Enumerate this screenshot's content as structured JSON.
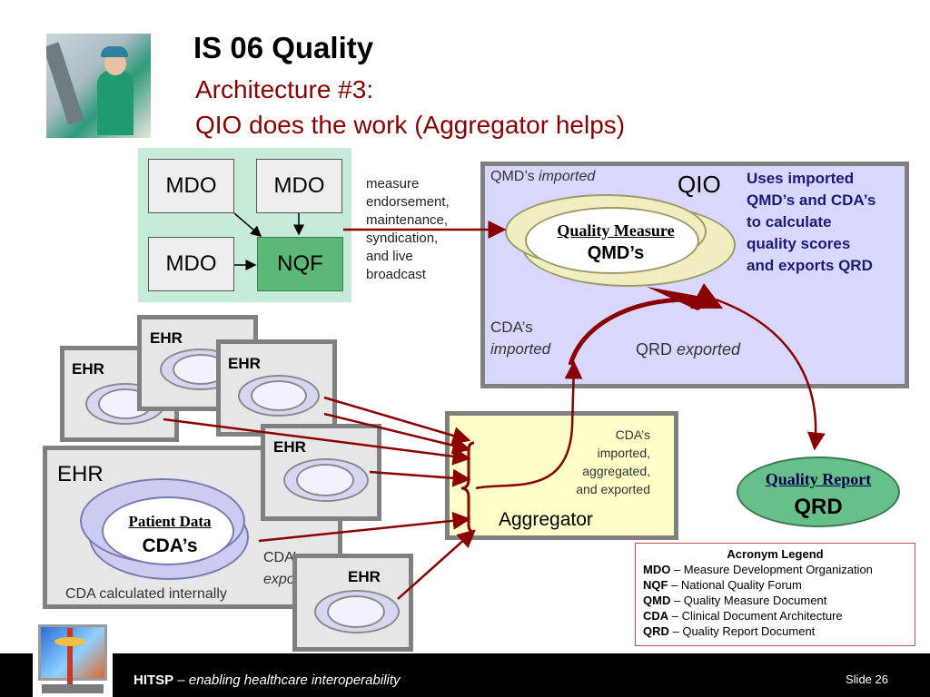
{
  "title": "IS 06 Quality",
  "subtitle_line1": "Architecture #3:",
  "subtitle_line2": "QIO does the work (Aggregator helps)",
  "nqf_group": {
    "mdo1": "MDO",
    "mdo2": "MDO",
    "mdo3": "MDO",
    "nqf": "NQF",
    "note": [
      "measure",
      "endorsement,",
      "maintenance,",
      "syndication,",
      "and live",
      "broadcast"
    ]
  },
  "qio": {
    "label": "QIO",
    "qmd_prefix": "QMD’s",
    "qmd_italic": "imported",
    "cda_line1": "CDA’s",
    "cda_line2": "imported",
    "qrd_prefix": "QRD",
    "qrd_italic": "exported",
    "measure_title": "Quality Measure",
    "measure_sub": "QMD’s",
    "note": [
      "Uses imported",
      "QMD’s and CDA’s",
      "to calculate",
      "quality scores",
      "and exports QRD"
    ]
  },
  "ehr_small": {
    "ehr1": "EHR",
    "ehr2": "EHR",
    "ehr3": "EHR",
    "ehr4": "EHR",
    "ehr5": "EHR"
  },
  "ehr_big": {
    "label": "EHR",
    "patient_title": "Patient Data",
    "patient_sub": "CDA’s",
    "internal": "CDA calculated internally",
    "exported_line1": "CDA’s",
    "exported_line2": "exported"
  },
  "aggregator": {
    "label": "Aggregator",
    "note": [
      "CDA’s",
      "imported,",
      "aggregated,",
      "and exported"
    ]
  },
  "quality_report": {
    "title": "Quality Report",
    "sub": "QRD"
  },
  "legend": {
    "heading": "Acronym Legend",
    "items": [
      {
        "term": "MDO",
        "desc": " – Measure Development Organization"
      },
      {
        "term": "NQF",
        "desc": "  – National Quality Forum"
      },
      {
        "term": "QMD",
        "desc": " – Quality Measure Document"
      },
      {
        "term": "CDA",
        "desc": " – Clinical Document Architecture"
      },
      {
        "term": "QRD",
        "desc": " – Quality Report Document"
      }
    ]
  },
  "footer": {
    "brand": "HITSP",
    "dash": " – ",
    "tagline": "enabling healthcare interoperability",
    "slide": "Slide 26"
  },
  "colors": {
    "title_red": "#8b0000",
    "arrow": "#8b0000",
    "nqf_group_bg": "#c6ecd9",
    "nqf_box": "#5cb878",
    "qio_bg": "#d8d8ff",
    "aggregator_bg": "#ffffc8",
    "report_bg": "#66c08a",
    "measure_bg": "#f0eebe"
  },
  "icons": [
    "surgeon-photo",
    "hitsp-caduceus-logo"
  ]
}
